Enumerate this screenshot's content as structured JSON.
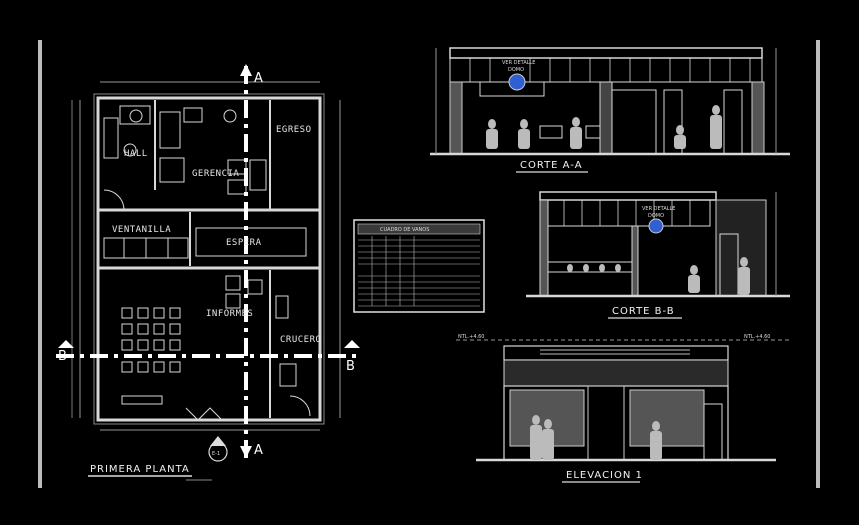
{
  "plan": {
    "title": "PRIMERA PLANTA",
    "rooms": [
      "HALL",
      "GERENCIA",
      "EGRESO",
      "VENTANILLA",
      "ESPERA",
      "INFORMES",
      "CRUCERO"
    ],
    "section_a": "A",
    "section_b": "B",
    "elevation_mark": "E-1"
  },
  "schedule": {
    "title": "CUADRO DE VANOS"
  },
  "section_aa": {
    "title": "CORTE A-A",
    "detail_note_line1": "VER DETALLE",
    "detail_note_line2": "DOMO"
  },
  "section_bb": {
    "title": "CORTE B-B",
    "detail_note_line1": "VER DETALLE",
    "detail_note_line2": "DOMO"
  },
  "elevation": {
    "title": "ELEVACION 1",
    "level_left": "NTL.+4.60",
    "level_right": "NTL.+4.60"
  },
  "colors": {
    "background": "#000000",
    "lines": "#d8d8d8",
    "accent": "#2f5fd0"
  }
}
